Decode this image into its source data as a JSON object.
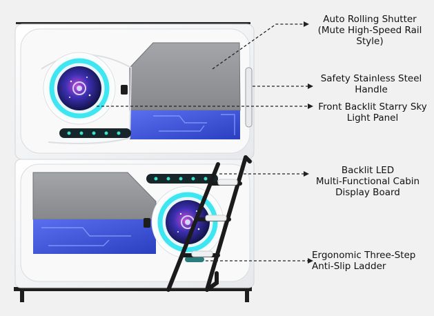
{
  "colors": {
    "background": "#f1f1f1",
    "shell": "#f7f7f8",
    "shell_edge": "#d4d6da",
    "window_gray": "#8e9094",
    "interior_blue": "#3d55d8",
    "glow_cyan": "#35e3f0",
    "ladder": "#1b1b1b",
    "leader": "#222222"
  },
  "icons": {
    "starry_panel": "starry-sky-light-panel-icon",
    "handle": "stainless-steel-handle-icon",
    "display": "led-display-board-icon",
    "ladder": "three-step-ladder-icon"
  },
  "callouts": [
    {
      "id": "shutter",
      "text": "Auto Rolling Shutter\n(Mute High-Speed Rail\nStyle)"
    },
    {
      "id": "handle",
      "text": "Safety Stainless Steel\nHandle"
    },
    {
      "id": "panel",
      "text": "Front Backlit Starry Sky\nLight Panel"
    },
    {
      "id": "display",
      "text": "Backlit LED\nMulti-Functional Cabin\nDisplay Board"
    },
    {
      "id": "ladder",
      "text": "Ergonomic Three-Step\nAnti-Slip Ladder"
    }
  ]
}
